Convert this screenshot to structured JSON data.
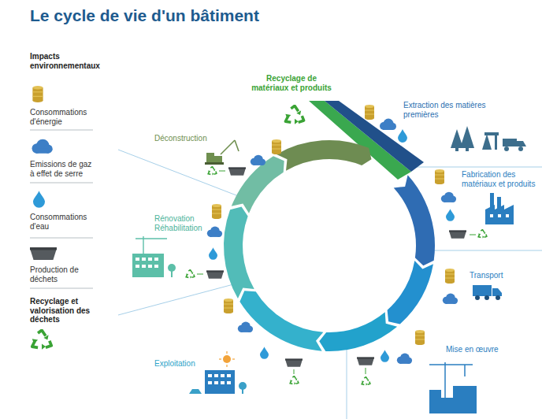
{
  "diagram": {
    "title": "Le cycle de vie d'un bâtiment",
    "labels": [
      "Impacts environnementaux",
      "Recyclage de matériaux et produits",
      "Extraction des matières premières",
      "Fabrication des matériaux et produits",
      "Transport",
      "Mise en œuvre",
      "Exploitation",
      "Rénovation Réhabilitation",
      "Déconstruction"
    ],
    "legend": [
      {
        "text": "Consommations d'énergie"
      },
      {
        "text": "Emissions de gaz à effet de serre"
      },
      {
        "text": "Consommations d'eau"
      },
      {
        "text": "Production de déchets"
      },
      {
        "text": "Recyclage et valorisation des déchets"
      }
    ]
  }
}
